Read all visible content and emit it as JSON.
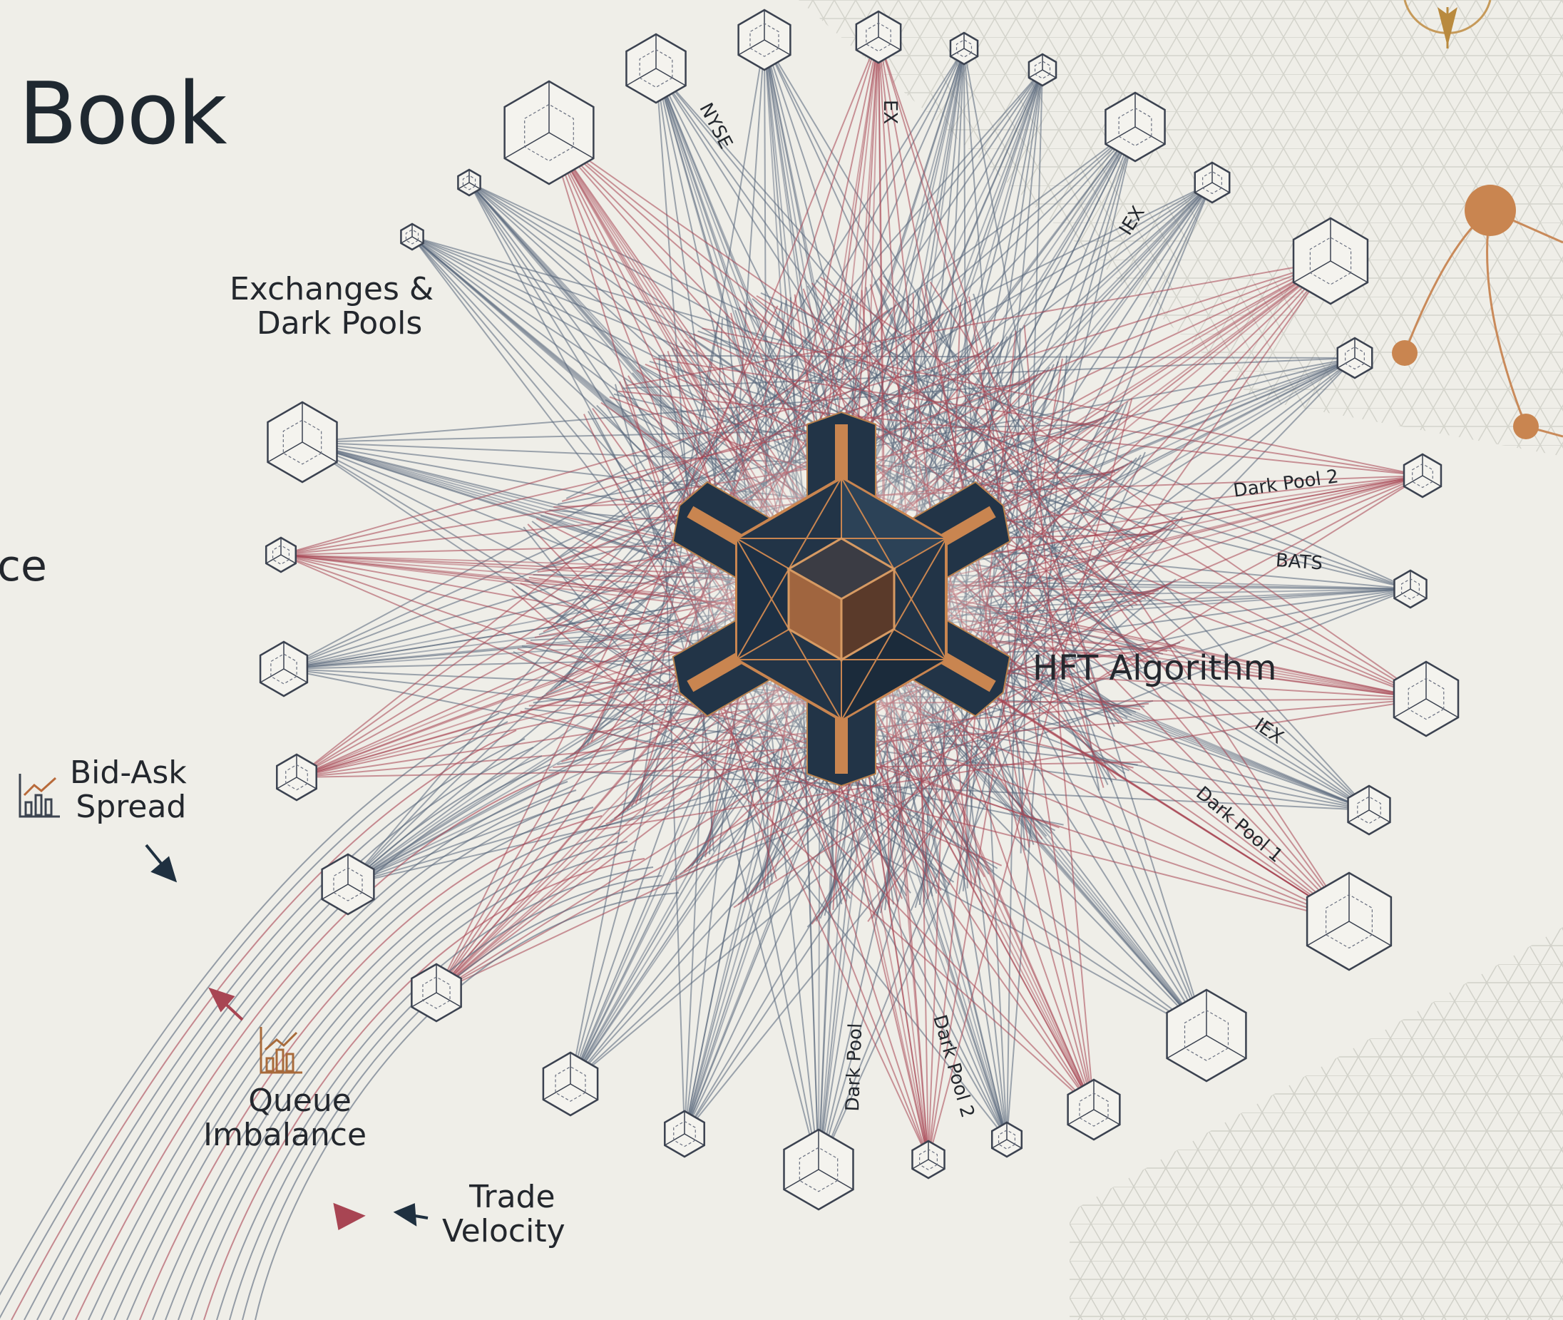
{
  "page": {
    "heading": "Book",
    "heading_fragment_left": "ce"
  },
  "labels": {
    "exchanges": [
      "Exchanges &",
      "Dark Pools"
    ],
    "hft": "HFT Algorithm",
    "bid_ask": [
      "Bid-Ask",
      "Spread"
    ],
    "queue": [
      "Queue",
      "Imbalance"
    ],
    "trade": [
      "Trade",
      "Velocity"
    ]
  },
  "venue_labels": {
    "nyse": "NYSE",
    "ex": "EX",
    "iex_top": "IEX",
    "dark_pool_2_right": "Dark Pool 2",
    "bats": "BATS",
    "iex_right": "IEX",
    "dark_pool_1": "Dark Pool 1",
    "dark_pool_bottom": "Dark Pool",
    "dark_pool_2_bottom": "Dark Pool 2"
  },
  "icons": {
    "hub": "hft-hub-icon",
    "venue": "venue-polyhedron-icon",
    "chart": "bar-chart-icon",
    "arrow": "arrow-icon",
    "compass": "compass-icon",
    "network": "network-nodes-icon"
  },
  "colors": {
    "background": "#efeee8",
    "gray_line": "#56657a",
    "red_line": "#a84553",
    "hub_fill": "#223447",
    "accent_copper": "#c98550",
    "grid": "#c9c9c2"
  }
}
